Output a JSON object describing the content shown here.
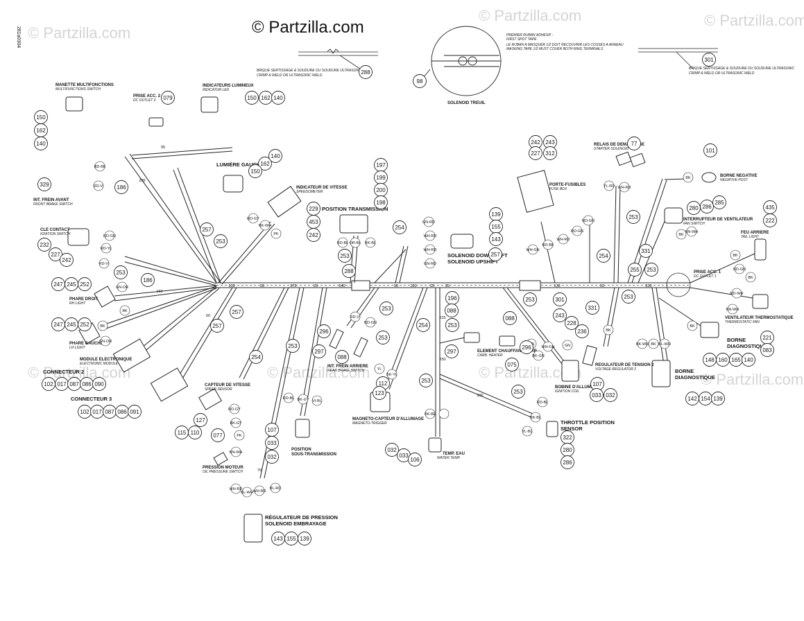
{
  "watermark_logo": "© Partzilla.com",
  "brand": "© Partzilla.com",
  "doc_code": "281a0304",
  "solenoid_winch": "SOLENOID TREUIL",
  "tape_notes": [
    "PREMIER RUBAN ADHESIF -",
    "FIRST SPOT TAPE",
    "LE RUBAN A MASQUER 1/2 DOIT RECOUVRIR LES COSSES A ANNEAU",
    "MASKING TAPE 1/2 MUST COVER BOTH RING TERMINALS"
  ],
  "crimp_note_fr": "BRIQUE SERTISSAGE & SOUDURE OU SOUDURE ULTRASONIC",
  "crimp_note_en": "CRIMP & WELD OR ULTRASONIC WELD",
  "components": {
    "multifunction_fr": "MANETTE MULTIFONCTIONS",
    "multifunction_en": "MULTIFUNCTIONS SWITCH",
    "outlet2_fr": "PRISE ACC. 2",
    "outlet2_en": "DC OUTLET 2",
    "indicators_fr": "INDICATEURS LUMINEUX",
    "indicators_en": "INDICATOR LED",
    "lamp_left": "LUMIÈRE GAUCHE",
    "speedo_fr": "INDICATEUR DE VITESSE",
    "speedo_en": "SPEEDOMETER",
    "front_brake_fr": "INT. FREIN AVANT",
    "front_brake_en": "FRONT BRAKE SWITCH",
    "ignition_fr": "CLE CONTACT",
    "ignition_en": "IGNITION SWITCH",
    "rh_light_fr": "PHARE DROIT",
    "rh_light_en": "RH LIGHT",
    "lh_light_fr": "PHARE GAUCHE",
    "lh_light_en": "LH LIGHT",
    "module_fr": "MODULE ELECTRONIQUE",
    "module_en": "ELECTRONIC MODULE",
    "connector2": "CONNECTEUR 2",
    "connector3": "CONNECTEUR 3",
    "speed_sensor_fr": "CAPTEUR DE VITESSE",
    "speed_sensor_en": "SPEED SENSOR",
    "oil_fr": "PRESSION MOTEUR",
    "oil_en": "OIL PRESSURE SWITCH",
    "clutch_1": "RÉGULATEUR DE PRESSION",
    "clutch_2": "SOLENOID EMBRAYAGE",
    "position_trans": "POSITION TRANSMISSION",
    "sub_trans_1": "POSITION",
    "sub_trans_2": "SOUS-TRANSMISSION",
    "downshift": "SOLENOID DOWNSHIFT",
    "upshift": "SOLENOID UPSHIFT",
    "rear_brake_fr": "INT. FREIN ARRIERE",
    "rear_brake_en": "REAR BRAKE SWITCH",
    "trigger_fr": "MAGNETO-CAPTEUR D'ALLUMAGE",
    "trigger_en": "MAGNETO-TRIGGER",
    "carb_heat_fr": "ELEMENT CHAUFFANT CARB.",
    "carb_heat_en": "CARB. HEATER",
    "water_fr": "TEMP. EAU",
    "water_en": "WATER TEMP.",
    "fuse_fr": "PORTE-FUSIBLES",
    "fuse_en": "FUSE BOX",
    "starter_fr": "RELAIS DE DEMARRAGE",
    "starter_en": "STARTER SOLENOID",
    "coil_fr": "BOBINE D'ALLUMAGE",
    "coil_en": "IGNITION COIL",
    "regulator_fr": "REGULATEUR DE TENSION 2",
    "regulator_en": "VOLTAGE REGULATOR 2",
    "tps_1": "THROTTLE POSITION",
    "tps_2": "SENSOR",
    "neg_post_fr": "BORNE NEGATIVE",
    "neg_post_en": "NEGATIVE POST",
    "fan_switch_fr": "INTERRUPTEUR DE VENTILATEUR",
    "fan_switch_en": "FAN SWITCH",
    "tail_fr": "FEU ARRIERE",
    "tail_en": "TAIL LIGHT",
    "outlet1_fr": "PRISE ACC. 1",
    "outlet1_en": "DC OUTLET 1",
    "thermo_fan_fr": "VENTILATEUR THERMOSTATIQUE",
    "thermo_fan_en": "THERMOSTATIC FAN",
    "diag_1": "BORNE",
    "diag_2": "DIAGNOSTIQUE"
  },
  "wire_codes": {
    "rd_gy": "RD-GY",
    "bk_wh": "BK-WH",
    "pk": "PK",
    "wh_rd": "WH-RD",
    "gn_rd": "GN-RD",
    "or_bl": "OR-BL",
    "rd_gn": "RD-GN",
    "bk": "BK",
    "rd_yl": "RD-YL",
    "rd_vi": "RD-VI",
    "gn_or": "GN-OR",
    "rd_bk": "RD-BK",
    "bk_bl": "BK-BL",
    "bk_gy": "BK-GY",
    "yl_rd": "YL-RD",
    "bk_gn": "BK-GN",
    "gn": "GN",
    "yl_bl": "YL-BL",
    "bl_wh": "BL-WH",
    "vi_bl": "VI-BL",
    "bk_yl": "BK-YL",
    "yl": "YL",
    "bl_rd": "BL-RD",
    "bl_gn": "BL-GN",
    "bk_rd": "BK-RD",
    "rd_bl": "RD-BL",
    "rd": "RD",
    "wh_gn": "WH-GN",
    "bn_wh": "BN-WH",
    "rd_wh": "RD-WH"
  },
  "lengths": [
    "95",
    "100",
    "50",
    "575",
    "20",
    "540",
    "150",
    "25",
    "130",
    "530",
    "165",
    "60",
    "300",
    "70",
    "205",
    "225",
    "250"
  ],
  "callouts": {
    "c288": "288",
    "c98": "98",
    "c301": "301",
    "c150": "150",
    "c162": "162",
    "c140": "140",
    "c079": "079",
    "c329": "329",
    "c186": "186",
    "c257": "257",
    "c253": "253",
    "c232": "232",
    "c227": "227",
    "c242": "242",
    "c247": "247",
    "c245": "245",
    "c252": "252",
    "c102": "102",
    "c017": "017",
    "c087": "087",
    "c086": "086",
    "c090": "090",
    "c091": "091",
    "c127": "127",
    "c115": "115",
    "c110": "110",
    "c077": "077",
    "c143": "143",
    "c155": "155",
    "c139": "139",
    "c229": "229",
    "c453": "453",
    "c197": "197",
    "c199": "199",
    "c200": "200",
    "c198": "198",
    "c254": "254",
    "c107": "107",
    "c033": "033",
    "c032": "032",
    "c112": "112",
    "c123": "123",
    "c296": "296",
    "c297": "297",
    "c088": "088",
    "c196": "196",
    "c075": "075",
    "c106": "106",
    "c243": "243",
    "c312": "312",
    "c077b": "77",
    "c101": "101",
    "c280": "280",
    "c286": "286",
    "c285": "285",
    "c331": "331",
    "c255": "255",
    "c435": "435",
    "c222": "222",
    "c221": "221",
    "c083": "083",
    "c148": "148",
    "c160": "160",
    "c165": "165",
    "c154": "154",
    "c142": "142",
    "c228": "228",
    "c236": "236",
    "c322": "322"
  }
}
